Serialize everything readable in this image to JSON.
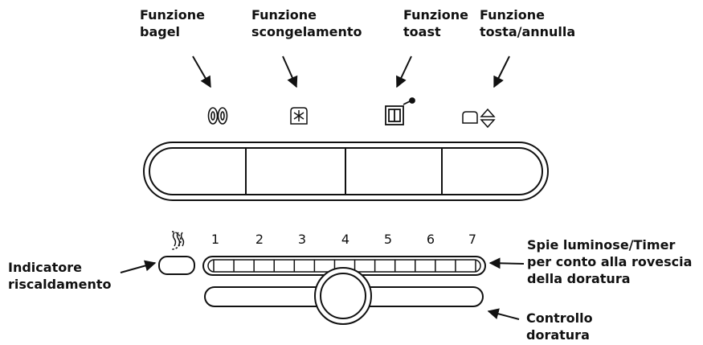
{
  "labels": {
    "bagel": [
      "Funzione",
      "bagel"
    ],
    "defrost": [
      "Funzione",
      "scongelamento"
    ],
    "toast": [
      "Funzione",
      "toast"
    ],
    "cancel": [
      "Funzione",
      "tosta/annulla"
    ],
    "heating": [
      "Indicatore",
      "riscaldamento"
    ],
    "lights": [
      "Spie luminose/Timer",
      "per conto alla rovescia",
      "della doratura"
    ],
    "control": [
      "Controllo",
      "doratura"
    ]
  },
  "levels": [
    "1",
    "2",
    "3",
    "4",
    "5",
    "6",
    "7"
  ],
  "icons": {
    "bagel": "bagel-icon",
    "defrost": "snowflake-toast-icon",
    "toast": "toaster-icon",
    "cancel": "toast-up-down-icon",
    "heating": "heat-waves-icon"
  },
  "colors": {
    "ink": "#111111",
    "background": "#ffffff"
  }
}
